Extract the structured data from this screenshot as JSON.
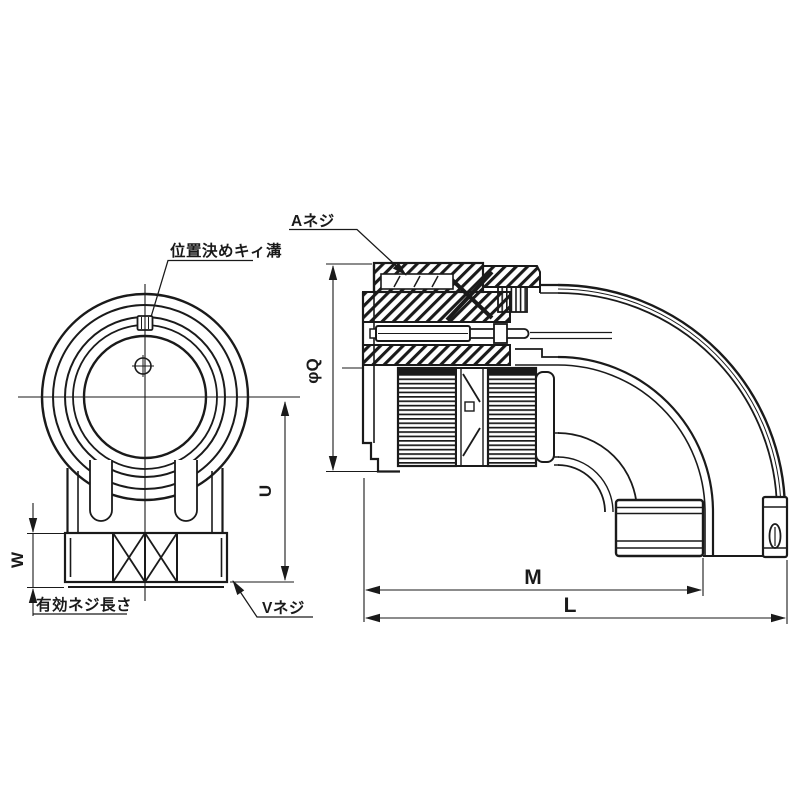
{
  "drawing_type": "connector-outline-dimension-drawing",
  "labels": {
    "positioning_key_groove": "位置決めキィ溝",
    "a_thread": "Aネジ",
    "phi_q": "φQ",
    "u": "U",
    "w": "W",
    "effective_thread_length": "有効ネジ長さ",
    "v_thread": "Vネジ",
    "m": "M",
    "l": "L"
  },
  "colors": {
    "line": "#1a1a1a",
    "background": "#ffffff"
  }
}
